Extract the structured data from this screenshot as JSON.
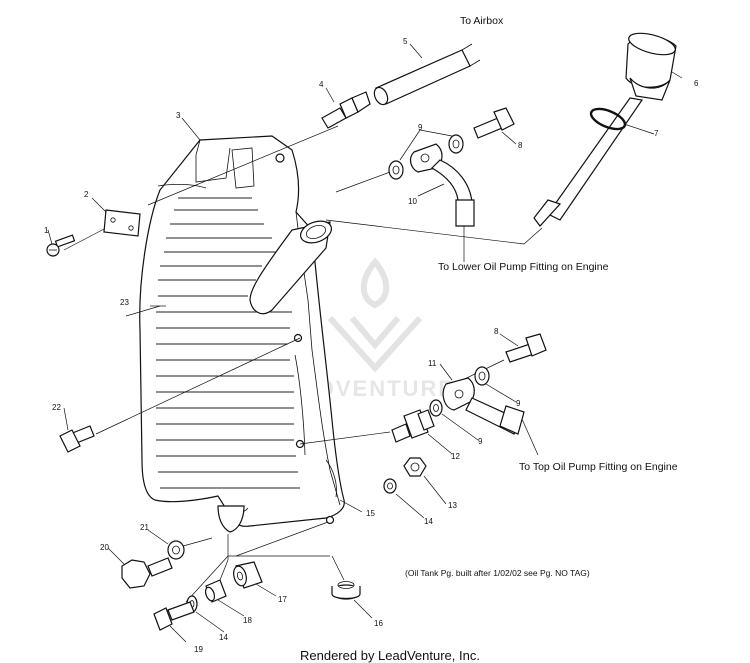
{
  "labels": {
    "to_airbox": "To Airbox",
    "to_lower_oil_pump": "To Lower Oil Pump Fitting on Engine",
    "to_top_oil_pump": "To Top Oil Pump Fitting on Engine"
  },
  "footnote": "(Oil Tank Pg. built after 1/02/02 see Pg. NO TAG)",
  "credit": "Rendered by LeadVenture, Inc.",
  "watermark": "LEADVENTURE",
  "callouts": {
    "c1": "1",
    "c2": "2",
    "c3": "3",
    "c4": "4",
    "c5": "5",
    "c6": "6",
    "c7": "7",
    "c8a": "8",
    "c8b": "8",
    "c9a": "9",
    "c9b": "9",
    "c9c": "9",
    "c10": "10",
    "c11": "11",
    "c12": "12",
    "c13": "13",
    "c14a": "14",
    "c14b": "14",
    "c15": "15",
    "c16": "16",
    "c17": "17",
    "c18": "18",
    "c19": "19",
    "c20": "20",
    "c21": "21",
    "c22": "22",
    "c23": "23"
  }
}
